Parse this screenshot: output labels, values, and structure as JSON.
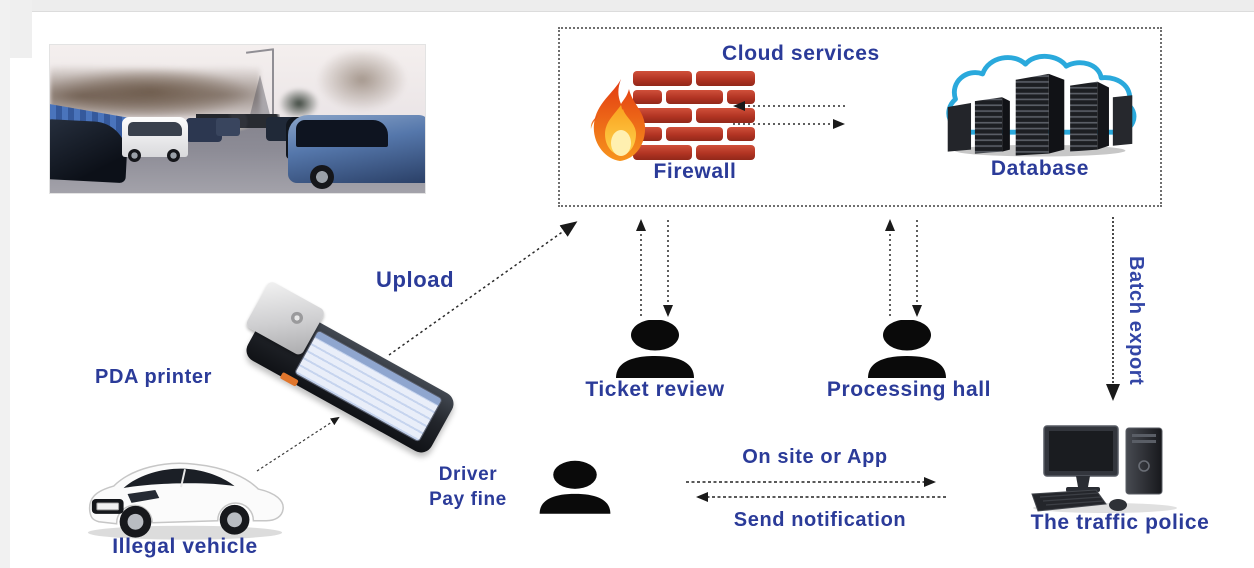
{
  "colors": {
    "accent_blue": "#2b3b99",
    "cloud_outline_blue": "#2aa9dc",
    "brick_red": "#b23423",
    "arrow_black": "#1f1f1f"
  },
  "cloud_box": {
    "title": "Cloud services",
    "firewall_label": "Firewall",
    "database_label": "Database"
  },
  "flow": {
    "upload": "Upload",
    "pda_printer": "PDA printer",
    "ticket_review": "Ticket review",
    "processing_hall": "Processing hall",
    "batch_export": "Batch export",
    "driver_line1": "Driver",
    "driver_line2": "Pay fine",
    "on_site_or_app": "On site or App",
    "send_notification": "Send notification",
    "traffic_police": "The traffic police",
    "illegal_vehicle": "Illegal vehicle"
  }
}
